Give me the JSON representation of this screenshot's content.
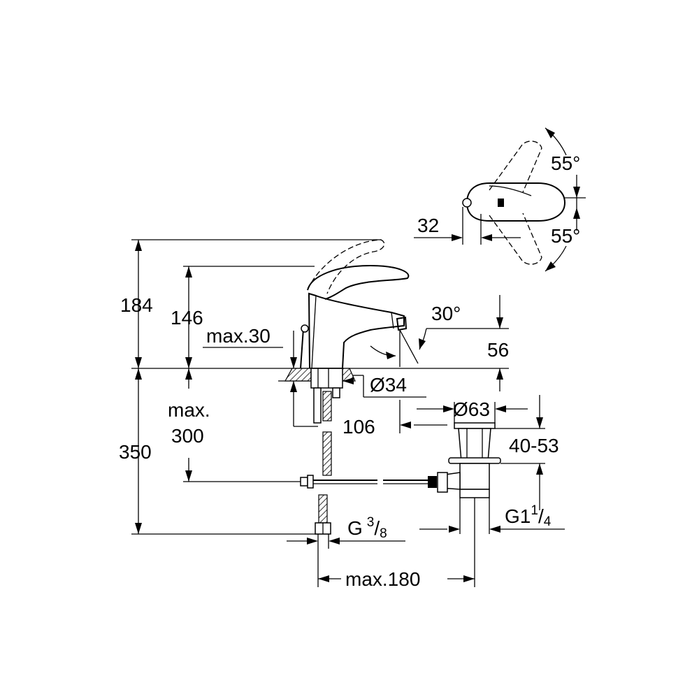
{
  "dimensions": {
    "overall_height": "184",
    "lever_height": "146",
    "max_deck_thickness": "max.30",
    "spout_clearance": "56",
    "spout_angle": "30°",
    "max_supply_length_line1": "max.",
    "max_supply_length_line2": "300",
    "supply_height": "350",
    "hole_diameter": "Ø34",
    "spout_reach": "106",
    "waste_diameter": "Ø63",
    "basin_thickness_range": "40-53",
    "inlet_thread_base": "G",
    "inlet_thread_num": "3",
    "inlet_thread_den": "8",
    "waste_thread_base": "G1",
    "waste_thread_num": "1",
    "waste_thread_den": "4",
    "max_centre_distance": "max.180",
    "lever_offset": "32",
    "lever_rotation_back": "55°",
    "lever_rotation_forward": "55°"
  }
}
